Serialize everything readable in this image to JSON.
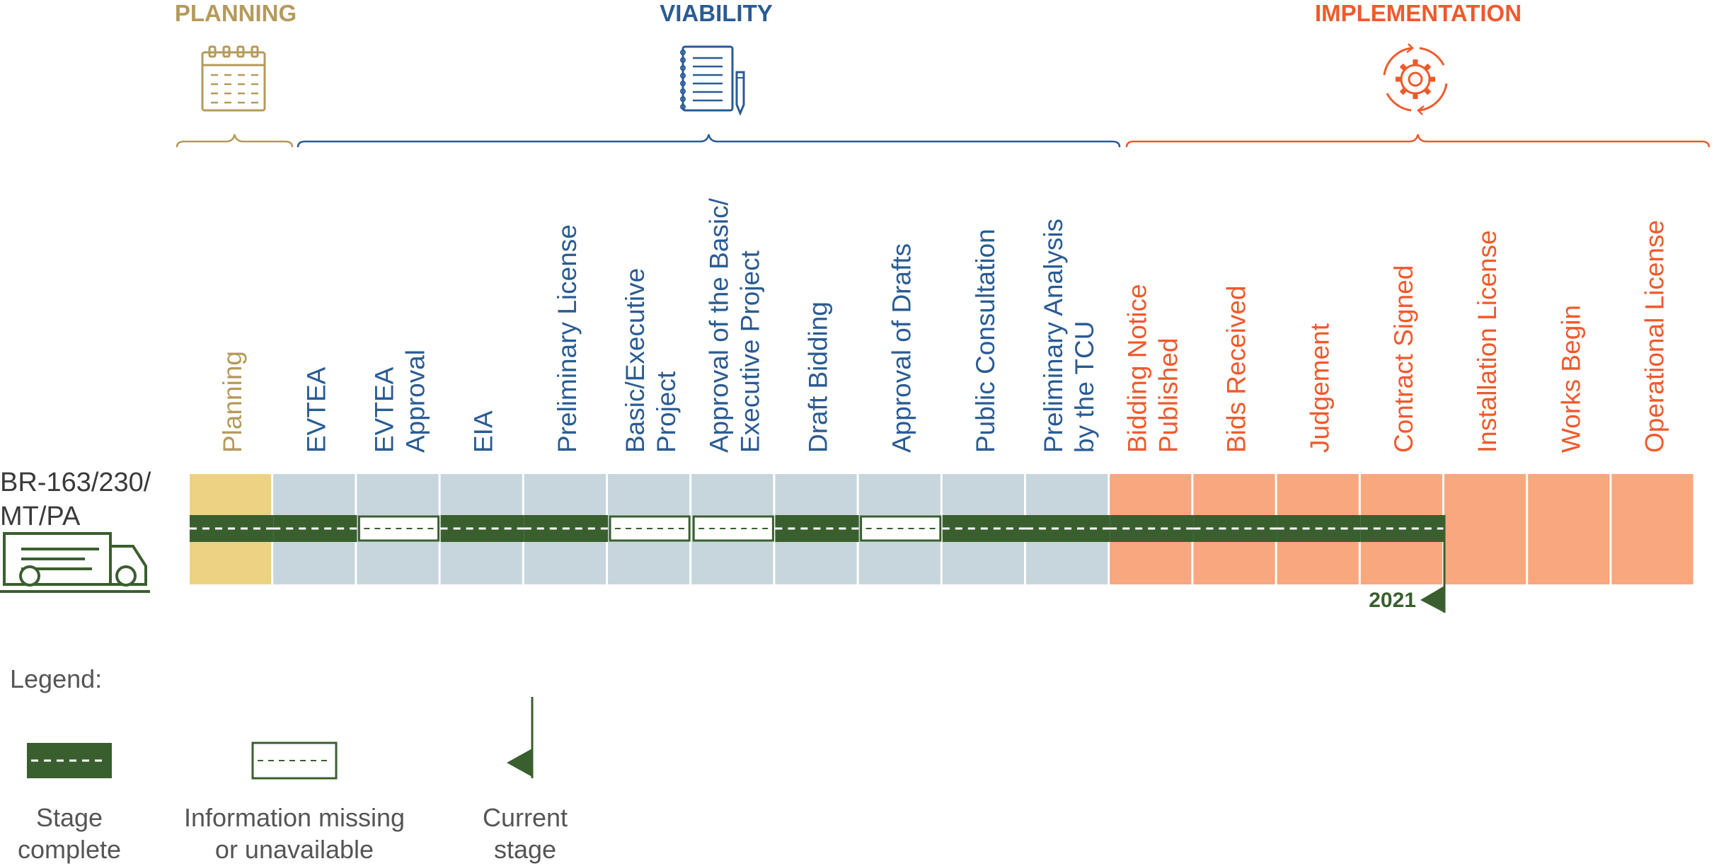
{
  "phases": [
    {
      "key": "planning",
      "label": "PLANNING",
      "color": "#B59A5B",
      "icon": "calendar-icon"
    },
    {
      "key": "viability",
      "label": "VIABILITY",
      "color": "#2A5B93",
      "icon": "notepad-pen-icon"
    },
    {
      "key": "implementation",
      "label": "IMPLEMENTATION",
      "color": "#EE5A2C",
      "icon": "gear-cycle-icon"
    }
  ],
  "stages": [
    {
      "lines": [
        "Planning"
      ],
      "phase": "planning",
      "status": "complete"
    },
    {
      "lines": [
        "EVTEA"
      ],
      "phase": "viability",
      "status": "complete"
    },
    {
      "lines": [
        "EVTEA",
        "Approval"
      ],
      "phase": "viability",
      "status": "missing"
    },
    {
      "lines": [
        "EIA"
      ],
      "phase": "viability",
      "status": "complete"
    },
    {
      "lines": [
        "Preliminary License"
      ],
      "phase": "viability",
      "status": "complete"
    },
    {
      "lines": [
        "Basic/Executive",
        "Project"
      ],
      "phase": "viability",
      "status": "missing"
    },
    {
      "lines": [
        "Approval of the Basic/",
        "Executive Project"
      ],
      "phase": "viability",
      "status": "missing"
    },
    {
      "lines": [
        "Draft Bidding"
      ],
      "phase": "viability",
      "status": "complete"
    },
    {
      "lines": [
        "Approval of Drafts"
      ],
      "phase": "viability",
      "status": "missing"
    },
    {
      "lines": [
        "Public Consultation"
      ],
      "phase": "viability",
      "status": "complete"
    },
    {
      "lines": [
        "Preliminary Analysis",
        "by the TCU"
      ],
      "phase": "viability",
      "status": "complete"
    },
    {
      "lines": [
        "Bidding Notice",
        "Published"
      ],
      "phase": "implementation",
      "status": "complete"
    },
    {
      "lines": [
        "Bids Received"
      ],
      "phase": "implementation",
      "status": "complete"
    },
    {
      "lines": [
        "Judgement"
      ],
      "phase": "implementation",
      "status": "complete"
    },
    {
      "lines": [
        "Contract Signed"
      ],
      "phase": "implementation",
      "status": "complete"
    },
    {
      "lines": [
        "Installation License"
      ],
      "phase": "implementation",
      "status": "pending"
    },
    {
      "lines": [
        "Works Begin"
      ],
      "phase": "implementation",
      "status": "pending"
    },
    {
      "lines": [
        "Operational License"
      ],
      "phase": "implementation",
      "status": "pending"
    }
  ],
  "cell_colors": {
    "planning": "#EDD283",
    "viability": "#C6D6DC",
    "implementation": "#F8A77E"
  },
  "route": {
    "label_lines": [
      "BR-163/230/",
      "MT/PA"
    ],
    "icon": "truck-icon",
    "color": "#3A5F2E"
  },
  "current_stage": {
    "year": "2021",
    "stage_index": 14,
    "color": "#3A5F2E"
  },
  "legend": {
    "title": "Legend:",
    "items": [
      {
        "key": "complete",
        "lines": [
          "Stage",
          "complete"
        ]
      },
      {
        "key": "missing",
        "lines": [
          "Information missing",
          "or unavailable"
        ]
      },
      {
        "key": "current",
        "lines": [
          "Current",
          "stage"
        ]
      }
    ]
  }
}
